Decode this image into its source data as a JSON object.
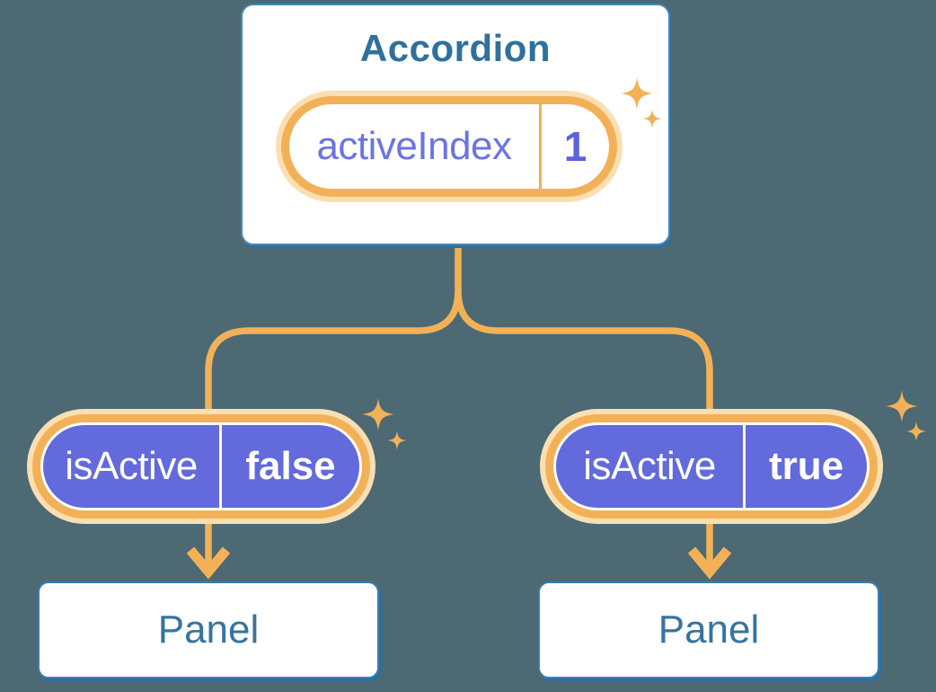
{
  "diagram": {
    "root": {
      "title": "Accordion",
      "state": {
        "name": "activeIndex",
        "value": "1"
      }
    },
    "children": [
      {
        "prop": {
          "name": "isActive",
          "value": "false"
        },
        "panel_label": "Panel"
      },
      {
        "prop": {
          "name": "isActive",
          "value": "true"
        },
        "panel_label": "Panel"
      }
    ]
  },
  "icons": {
    "sparkle": "sparkle-icon",
    "arrow_down": "arrow-down-icon"
  },
  "colors": {
    "background": "#4C6974",
    "card_fill": "#FFFFFF",
    "card_border": "#4389B6",
    "card_shadow": "#2D6F9F",
    "heading_text": "#2F709E",
    "panel_text": "#36749E",
    "accent_orange": "#F3B157",
    "accent_orange_glow": "#FADFB3",
    "pill_purple": "#636ADB",
    "state_name_text": "#6B74E2",
    "state_value_text": "#5A63DA",
    "pill_text": "#FFFFFF"
  }
}
